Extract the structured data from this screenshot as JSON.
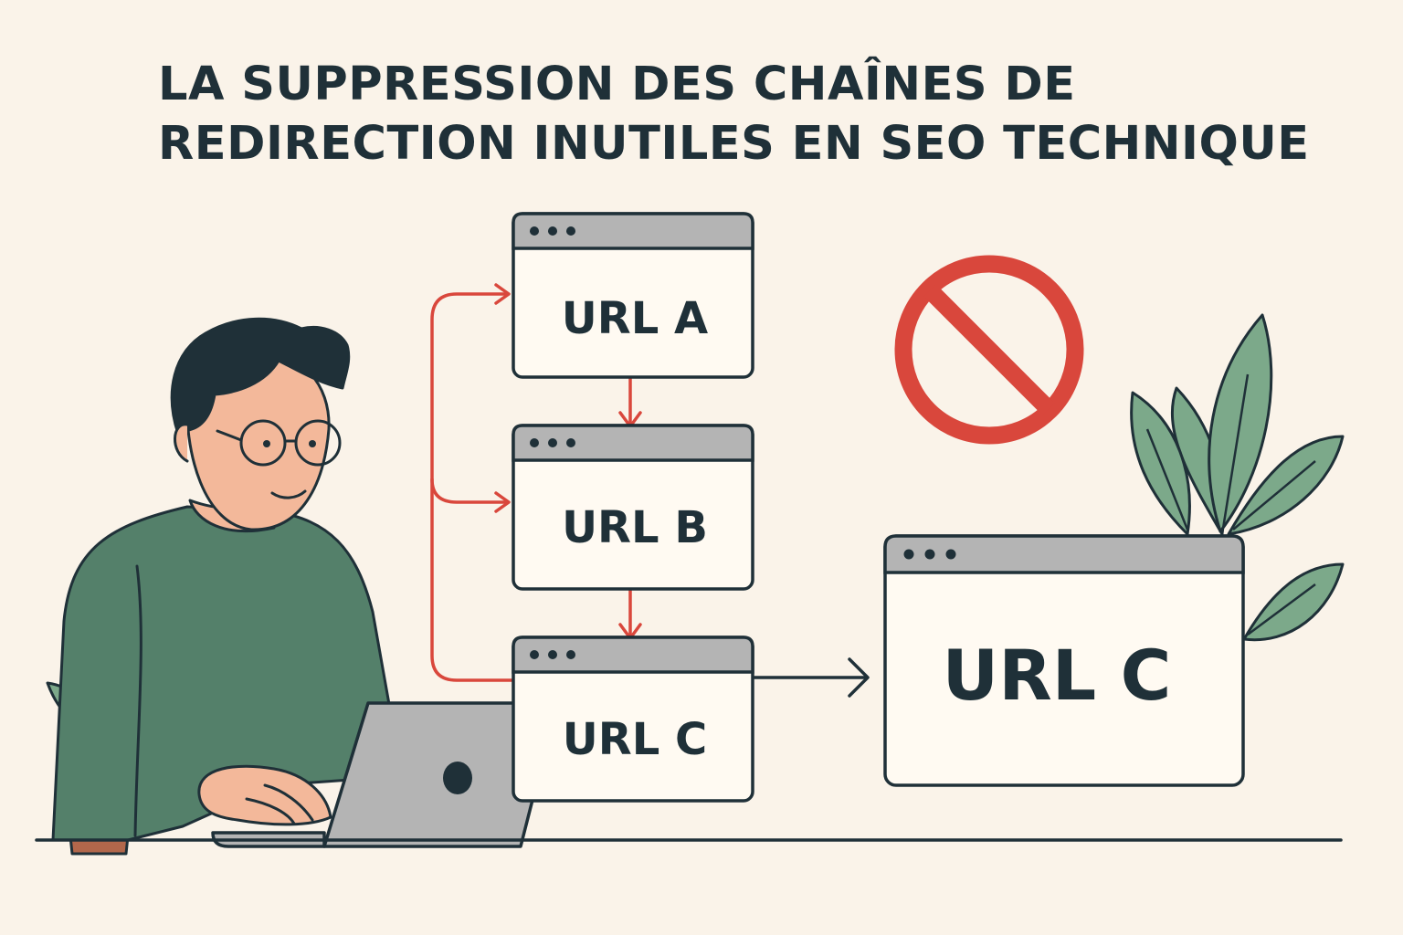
{
  "title": {
    "line1": "LA SUPPRESSION DES CHAÎNES DE",
    "line2": "REDIRECTION INUTILES EN SEO TECHNIQUE"
  },
  "windows": {
    "url_a": "URL A",
    "url_b": "URL B",
    "url_c": "URL C",
    "final": "URL C"
  },
  "icons": [
    "prohibited-icon",
    "window-dots-icon",
    "arrow-icon",
    "laptop-icon",
    "plant-icon"
  ],
  "colors": {
    "background": "#faf3e9",
    "ink": "#1f3038",
    "redirect_arrow": "#d9473c",
    "prohibited": "#d9473c",
    "sweater": "#54806a",
    "plant": "#7ca98a",
    "laptop": "#b4b4b4"
  }
}
